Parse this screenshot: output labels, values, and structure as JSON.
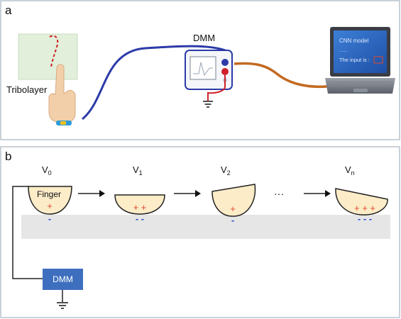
{
  "panel_a": {
    "label": "a",
    "tribolayer_label": "Tribolayer",
    "dmm_label": "DMM",
    "laptop": {
      "line1": "CNN model",
      "line2": "......",
      "line3": "The input is :"
    }
  },
  "panel_b": {
    "label": "b",
    "states": [
      {
        "symbol": "V",
        "subscript": "0",
        "plus": "+",
        "minus": "-"
      },
      {
        "symbol": "V",
        "subscript": "1",
        "plus": "+ +",
        "minus": "- -"
      },
      {
        "symbol": "V",
        "subscript": "2",
        "plus": "+",
        "minus": "-"
      },
      {
        "symbol": "V",
        "subscript": "n",
        "plus": "+ + +",
        "minus": "- - -"
      }
    ],
    "ellipsis": "···",
    "finger_label": "Finger",
    "dmm_label": "DMM"
  },
  "colors": {
    "panel_border": "#b8c2cc",
    "tribolayer_fill": "#e2efda",
    "finger_fill": "#fcecc8",
    "charge_plus": "#e0482a",
    "charge_minus": "#2a52c9",
    "blue_cable": "#2c3aa8",
    "orange_cable": "#c26a22",
    "red_wire": "#d0202a",
    "dmm_box": "#3e6fbf",
    "platform": "#e6e6e6",
    "screen": "#2a5fbf"
  }
}
